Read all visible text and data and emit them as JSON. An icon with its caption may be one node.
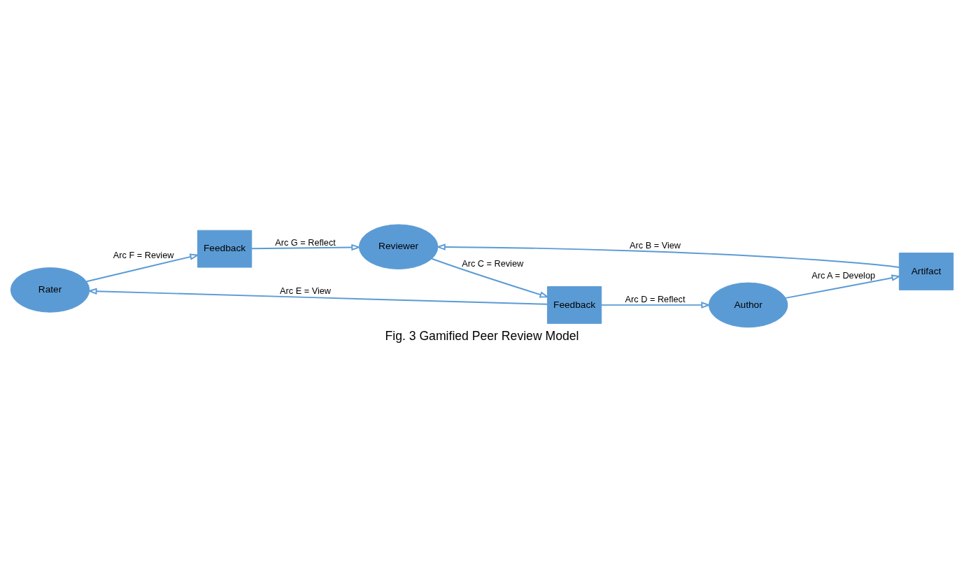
{
  "diagram": {
    "caption": "Fig. 3 Gamified Peer Review Model",
    "nodes": [
      {
        "text": [
          "Rater"
        ]
      },
      {
        "text": [
          "Feedback"
        ]
      },
      {
        "text": [
          "Feedback"
        ]
      },
      {
        "text": [
          "Author"
        ]
      },
      {
        "text": [
          "Reviewer"
        ]
      },
      {
        "text": [
          "Artifact"
        ]
      }
    ],
    "edges": [
      {
        "from": 3,
        "to": 5,
        "arrow": "to",
        "label": "Arc A = Develop"
      },
      {
        "from": 5,
        "to": 4,
        "arrow": "to",
        "label": "Arc B = View"
      },
      {
        "from": 4,
        "to": 1,
        "arrow": "to",
        "label": "Arc C = Review"
      },
      {
        "from": 1,
        "to": 3,
        "arrow": "to",
        "label": "Arc D = Reflect"
      },
      {
        "from": 1,
        "to": 0,
        "arrow": "to",
        "label": "Arc E = View"
      },
      {
        "from": 0,
        "to": 2,
        "arrow": "to",
        "label": "Arc F = Review"
      },
      {
        "from": 2,
        "to": 4,
        "arrow": "to",
        "label": "Arc G = Reflect"
      }
    ]
  }
}
